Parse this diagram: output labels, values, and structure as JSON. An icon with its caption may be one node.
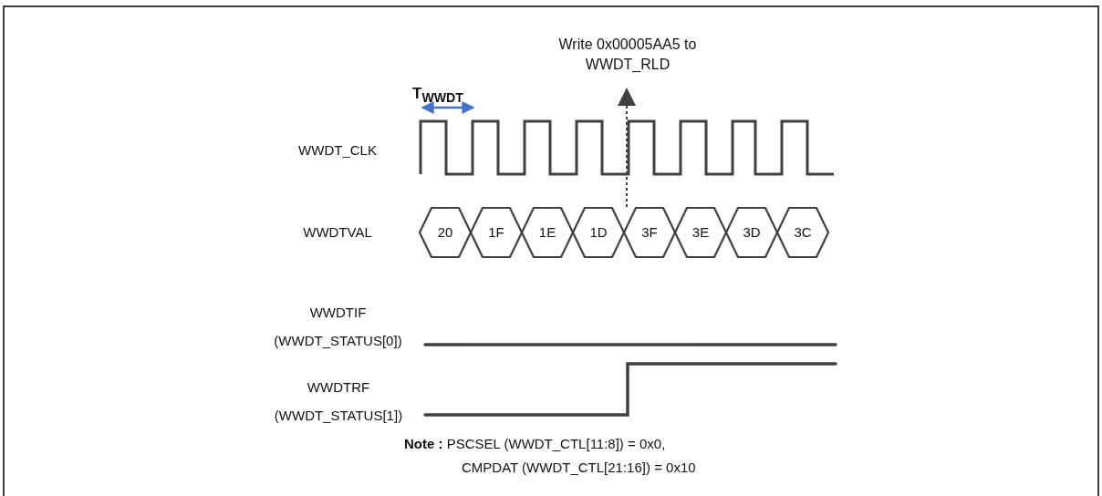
{
  "diagram": {
    "nodes": [
      {
        "text": [
          "Write 0x00005AA5 to WWDT_RLD"
        ]
      },
      {
        "text": [
          "20"
        ]
      },
      {
        "text": [
          "1F"
        ]
      },
      {
        "text": [
          "1E"
        ]
      },
      {
        "text": [
          "1D"
        ]
      },
      {
        "text": [
          "3F"
        ]
      },
      {
        "text": [
          "3E"
        ]
      },
      {
        "text": [
          "3D"
        ]
      },
      {
        "text": [
          "3C"
        ]
      }
    ],
    "edges": [
      {
        "from": 5,
        "to": 0,
        "arrow": "to",
        "style": "dashed"
      }
    ],
    "labels": [
      "T$_{WWDT}$",
      "WWDT_CLK",
      "WWDTVAL",
      "WWDTIF (WWDT_STATUS[0])",
      "WWDTRF (WWDT_STATUS[1])",
      "**Note :** PSCSEL (WWDT_CTL[11:8]) = 0x0, CMPDAT (WWDT_CTL[21:16]) = 0x10"
    ]
  }
}
